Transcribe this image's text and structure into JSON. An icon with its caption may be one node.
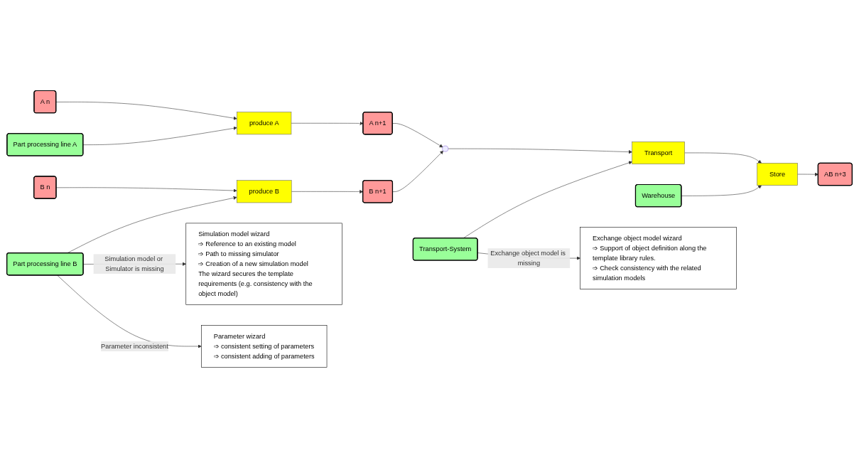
{
  "diagram": {
    "nodes": [
      {
        "text": [
          "A n"
        ]
      },
      {
        "text": [
          "produce A"
        ]
      },
      {
        "text": [
          "A n+1"
        ]
      },
      {
        "text": [
          "Part processing line A"
        ]
      },
      {
        "text": [
          "B n"
        ]
      },
      {
        "text": [
          "produce B"
        ]
      },
      {
        "text": [
          "B n+1"
        ]
      },
      {
        "text": [
          "Part processing line B"
        ]
      },
      {
        "text": [],
        "shape": "circle"
      },
      {
        "text": [
          "Transport"
        ]
      },
      {
        "text": [
          "Store"
        ]
      },
      {
        "text": [
          "AB n+3"
        ]
      },
      {
        "text": [
          "Transport-System"
        ]
      },
      {
        "text": [
          "Warehouse"
        ]
      },
      {
        "text": [
          "Exchange object model wizard",
          "➩ Support of object definition along the template library rules.",
          "➩ Check consistency with the related simulation models"
        ]
      },
      {
        "text": [
          "Simulation model wizard",
          "➩ Reference to an existing model",
          "➩ Path to missing simulator",
          "➩ Creation of a new simulation model",
          "The wizard secures the template requirements (e.g. consistency with the object model)"
        ]
      },
      {
        "text": [
          "Parameter wizard",
          "➩ consistent setting of parameters",
          "➩ consistent adding of parameters"
        ]
      }
    ],
    "edges": [
      {
        "from": 0,
        "to": 1,
        "arrow": "to"
      },
      {
        "from": 1,
        "to": 2,
        "arrow": "to"
      },
      {
        "from": 3,
        "to": 1,
        "arrow": "to"
      },
      {
        "from": 4,
        "to": 5,
        "arrow": "to"
      },
      {
        "from": 5,
        "to": 6,
        "arrow": "to"
      },
      {
        "from": 7,
        "to": 5,
        "arrow": "to"
      },
      {
        "from": 2,
        "to": 8,
        "arrow": "to"
      },
      {
        "from": 6,
        "to": 8,
        "arrow": "to"
      },
      {
        "from": 8,
        "to": 9,
        "arrow": "to"
      },
      {
        "from": 9,
        "to": 10,
        "arrow": "to"
      },
      {
        "from": 10,
        "to": 11,
        "arrow": "to"
      },
      {
        "from": 12,
        "to": 9,
        "arrow": "to"
      },
      {
        "from": 13,
        "to": 10,
        "arrow": "to"
      },
      {
        "from": 12,
        "to": 14,
        "arrow": "to",
        "label": "Exchange object model is missing"
      },
      {
        "from": 7,
        "to": 15,
        "arrow": "to",
        "label": "Simulation model or Simulator is missing"
      },
      {
        "from": 7,
        "to": 16,
        "arrow": "to",
        "label": "Parameter inconsistent"
      }
    ]
  }
}
